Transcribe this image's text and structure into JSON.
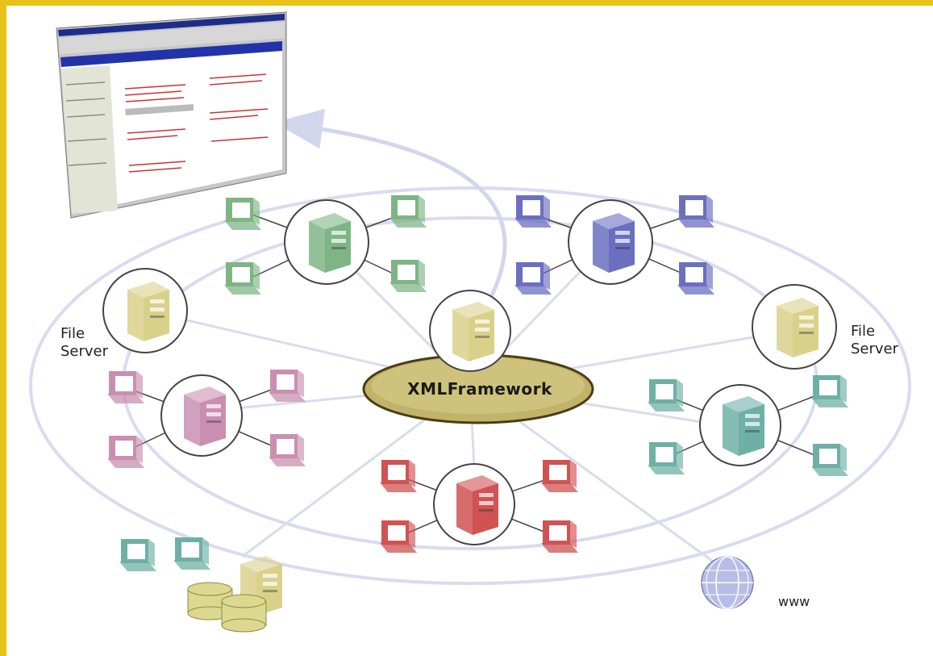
{
  "hub": {
    "label": "XMLFramework"
  },
  "labels": {
    "file_server_left_1": "File",
    "file_server_left_2": "Server",
    "file_server_right_1": "File",
    "file_server_right_2": "Server",
    "www": "www"
  },
  "colors": {
    "frame": "#e8c21a",
    "ring": "#d8dcef",
    "hub_fill": "#c2b36a",
    "server_yellow": "#d9d08a",
    "group_green": "#7fb585",
    "group_blue": "#6a6fc0",
    "group_pink": "#c98fb0",
    "group_red": "#d05252",
    "group_teal": "#6fb0a6",
    "globe": "#b8bde8"
  },
  "icons": [
    "browser-window-icon",
    "server-icon",
    "workstation-icon",
    "database-icon",
    "globe-icon"
  ]
}
